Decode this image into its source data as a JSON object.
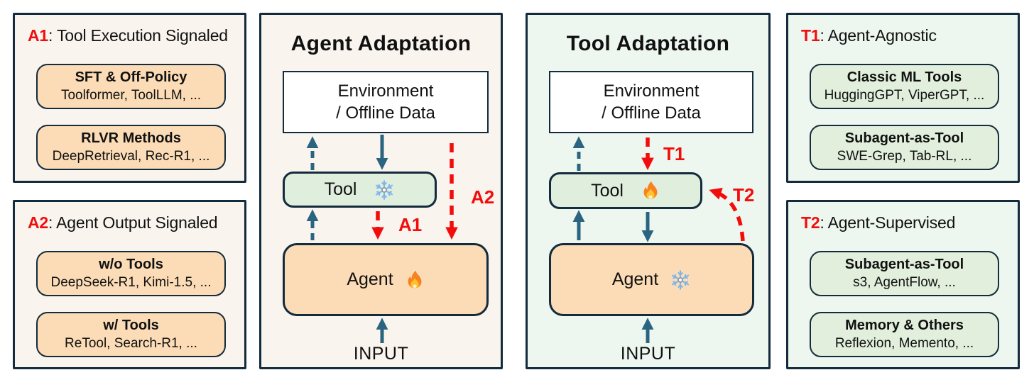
{
  "colors": {
    "accent_red": "#f20d0d",
    "arrow_teal": "#2b6480",
    "border_navy": "#132b3c",
    "panel_cream": "#f9f4ee",
    "panel_mint": "#eef7ef",
    "card_orange": "#fcdcb6",
    "card_green": "#e1efdc",
    "tool_box_green": "#dfeedd",
    "environment_white": "#ffffff",
    "snowflake_blue": "#7fb5ec",
    "fire_orange": "#f8821f"
  },
  "side_panels": [
    {
      "tag": "A1",
      "heading": ": Tool Execution Signaled",
      "cards": [
        {
          "title": "SFT & Off-Policy",
          "methods": "Toolformer, ToolLLM, ..."
        },
        {
          "title": "RLVR Methods",
          "methods": "DeepRetrieval, Rec-R1, ..."
        }
      ]
    },
    {
      "tag": "A2",
      "heading": ": Agent Output Signaled",
      "cards": [
        {
          "title": "w/o Tools",
          "methods": "DeepSeek-R1, Kimi-1.5, ..."
        },
        {
          "title": "w/ Tools",
          "methods": "ReTool, Search-R1, ..."
        }
      ]
    },
    {
      "tag": "T1",
      "heading": ": Agent-Agnostic",
      "cards": [
        {
          "title": "Classic ML Tools",
          "methods": "HuggingGPT, ViperGPT, ..."
        },
        {
          "title": "Subagent-as-Tool",
          "methods": "SWE-Grep, Tab-RL, ..."
        }
      ]
    },
    {
      "tag": "T2",
      "heading": ": Agent-Supervised",
      "cards": [
        {
          "title": "Subagent-as-Tool",
          "methods": "s3, AgentFlow, ..."
        },
        {
          "title": "Memory & Others",
          "methods": "Reflexion, Memento, ..."
        }
      ]
    }
  ],
  "diagrams": [
    {
      "title": "Agent Adaptation",
      "environment": {
        "line1": "Environment",
        "line2": "/ Offline Data"
      },
      "tool": {
        "label": "Tool",
        "icon": "snowflake-icon"
      },
      "agent": {
        "label": "Agent",
        "icon": "fire-icon"
      },
      "input_label": "INPUT",
      "arrow_labels": {
        "first": "A1",
        "second": "A2"
      }
    },
    {
      "title": "Tool Adaptation",
      "environment": {
        "line1": "Environment",
        "line2": "/ Offline Data"
      },
      "tool": {
        "label": "Tool",
        "icon": "fire-icon"
      },
      "agent": {
        "label": "Agent",
        "icon": "snowflake-icon"
      },
      "input_label": "INPUT",
      "arrow_labels": {
        "first": "T1",
        "second": "T2"
      }
    }
  ]
}
